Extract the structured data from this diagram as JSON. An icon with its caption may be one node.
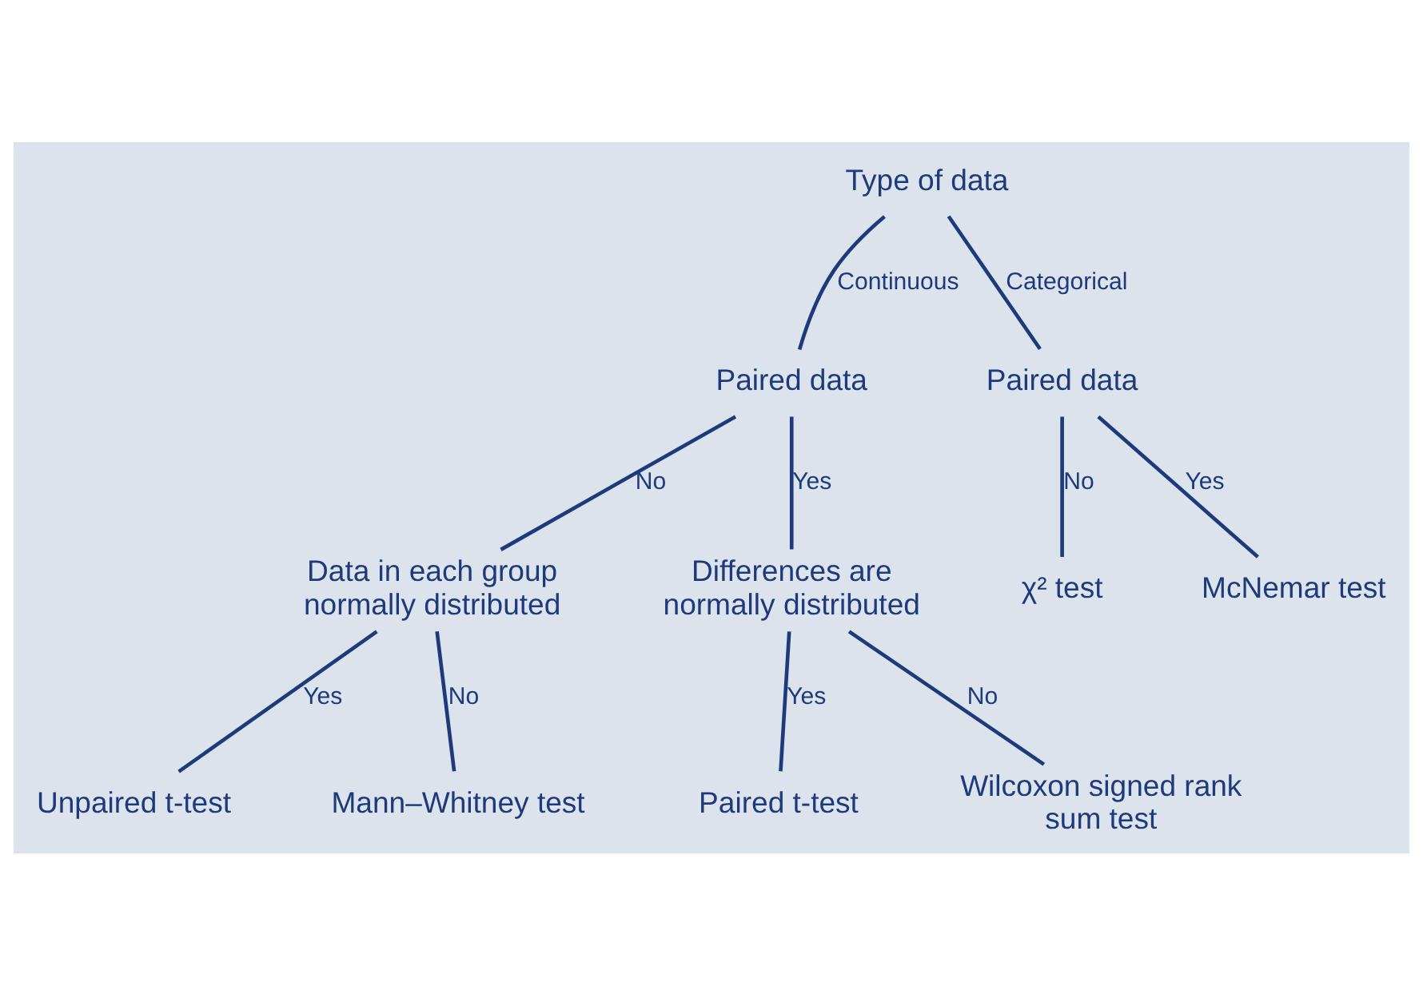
{
  "diagram": {
    "nodes": [
      {
        "text": [
          "Type of data"
        ]
      },
      {
        "text": [
          "Paired data"
        ]
      },
      {
        "text": [
          "Paired data"
        ]
      },
      {
        "text": [
          "Data in each group normally distributed"
        ]
      },
      {
        "text": [
          "Differences are normally distributed"
        ]
      },
      {
        "text": [
          "χ² test"
        ]
      },
      {
        "text": [
          "McNemar test"
        ]
      },
      {
        "text": [
          "Unpaired t-test"
        ]
      },
      {
        "text": [
          "Mann–Whitney test"
        ]
      },
      {
        "text": [
          "Paired t-test"
        ]
      },
      {
        "text": [
          "Wilcoxon signed rank sum test"
        ]
      }
    ],
    "edges": [
      {
        "from": 0,
        "to": 1,
        "arrow": "none",
        "label": "Continuous"
      },
      {
        "from": 0,
        "to": 2,
        "arrow": "none",
        "label": "Categorical"
      },
      {
        "from": 1,
        "to": 3,
        "arrow": "none",
        "label": "No"
      },
      {
        "from": 1,
        "to": 4,
        "arrow": "none",
        "label": "Yes"
      },
      {
        "from": 2,
        "to": 5,
        "arrow": "none",
        "label": "No"
      },
      {
        "from": 2,
        "to": 6,
        "arrow": "none",
        "label": "Yes"
      },
      {
        "from": 3,
        "to": 7,
        "arrow": "none",
        "label": "Yes"
      },
      {
        "from": 3,
        "to": 8,
        "arrow": "none",
        "label": "No"
      },
      {
        "from": 4,
        "to": 9,
        "arrow": "none",
        "label": "Yes"
      },
      {
        "from": 4,
        "to": 10,
        "arrow": "none",
        "label": "No"
      }
    ]
  }
}
